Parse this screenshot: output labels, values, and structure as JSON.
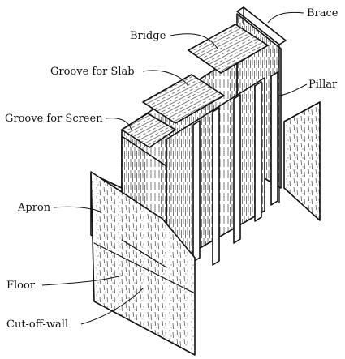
{
  "labels": {
    "brace": "Brace",
    "bridge": "Bridge",
    "groove_for_slab": "Groove for Slab",
    "pillar": "Pillar",
    "groove_for_screen": "Groove for Screen",
    "apron": "Apron",
    "floor": "Floor",
    "cut_off_wall": "Cut-off-wall"
  }
}
